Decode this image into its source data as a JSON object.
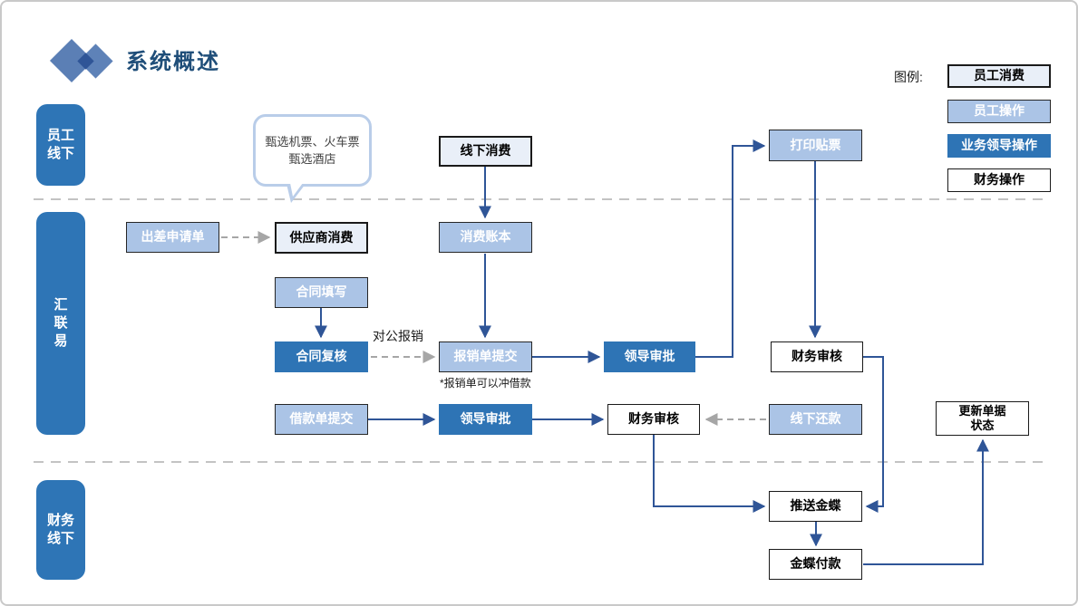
{
  "title": "系统概述",
  "legend": {
    "label": "图例:",
    "items": [
      {
        "label": "员工消费",
        "type": "consumer"
      },
      {
        "label": "员工操作",
        "type": "employee"
      },
      {
        "label": "业务领导操作",
        "type": "leader"
      },
      {
        "label": "财务操作",
        "type": "finance"
      }
    ]
  },
  "lanes": [
    {
      "label": "员工\n线下"
    },
    {
      "label": "汇\n联\n易"
    },
    {
      "label": "财务\n线下"
    }
  ],
  "callout": {
    "text": "甄选机票、火车票\n甄选酒店"
  },
  "nodes": [
    {
      "label": "线下消费",
      "type": "consumer"
    },
    {
      "label": "打印贴票",
      "type": "employee"
    },
    {
      "label": "出差申请单",
      "type": "employee"
    },
    {
      "label": "供应商消费",
      "type": "consumer"
    },
    {
      "label": "消费账本",
      "type": "employee"
    },
    {
      "label": "合同填写",
      "type": "employee"
    },
    {
      "label": "合同复核",
      "type": "leader"
    },
    {
      "label": "报销单提交",
      "type": "employee"
    },
    {
      "label": "领导审批",
      "type": "leader"
    },
    {
      "label": "财务审核",
      "type": "finance"
    },
    {
      "label": "借款单提交",
      "type": "employee"
    },
    {
      "label": "领导审批",
      "type": "leader"
    },
    {
      "label": "财务审核",
      "type": "finance"
    },
    {
      "label": "线下还款",
      "type": "employee"
    },
    {
      "label": "更新单据\n状态",
      "type": "finance"
    },
    {
      "label": "推送金蝶",
      "type": "finance"
    },
    {
      "label": "金蝶付款",
      "type": "finance"
    }
  ],
  "annotations": {
    "dashed_label": "对公报销",
    "footnote": "*报销单可以冲借款"
  },
  "colors": {
    "title_blue": "#1f4e79",
    "lane_blue": "#2e75b6",
    "leader_blue": "#2e74b5",
    "employee_light_blue": "#abc4e6",
    "consumer_pale_blue": "#e9eff8",
    "wire_navy": "#2f5597",
    "dashed_gray": "#a6a6a6",
    "separator_gray": "#c3c3c3",
    "callout_border": "#b9cde9"
  }
}
